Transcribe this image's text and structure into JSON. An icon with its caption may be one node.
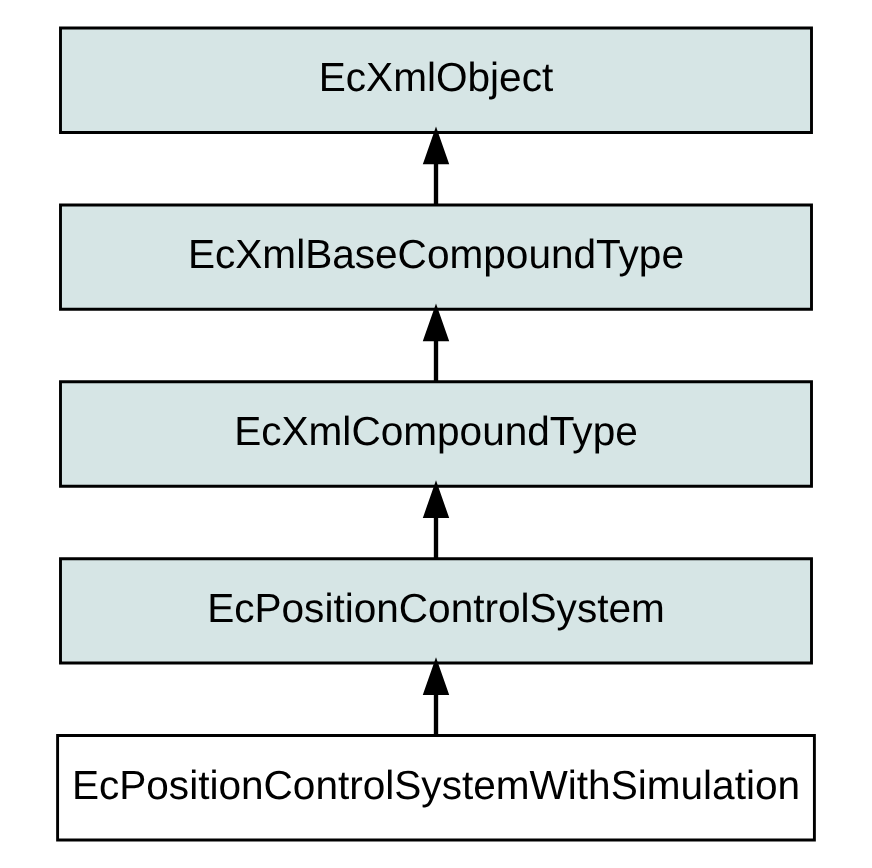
{
  "diagram": {
    "nodes": [
      {
        "text": [
          "EcXmlObject"
        ]
      },
      {
        "text": [
          "EcXmlBaseCompoundType"
        ]
      },
      {
        "text": [
          "EcXmlCompoundType"
        ]
      },
      {
        "text": [
          "EcPositionControlSystem"
        ]
      },
      {
        "text": [
          "EcPositionControlSystemWithSimulation"
        ]
      }
    ],
    "edges": [
      {
        "from": 1,
        "to": 0,
        "arrow": "to"
      },
      {
        "from": 2,
        "to": 1,
        "arrow": "to"
      },
      {
        "from": 3,
        "to": 2,
        "arrow": "to"
      },
      {
        "from": 4,
        "to": 3,
        "arrow": "to"
      }
    ]
  }
}
